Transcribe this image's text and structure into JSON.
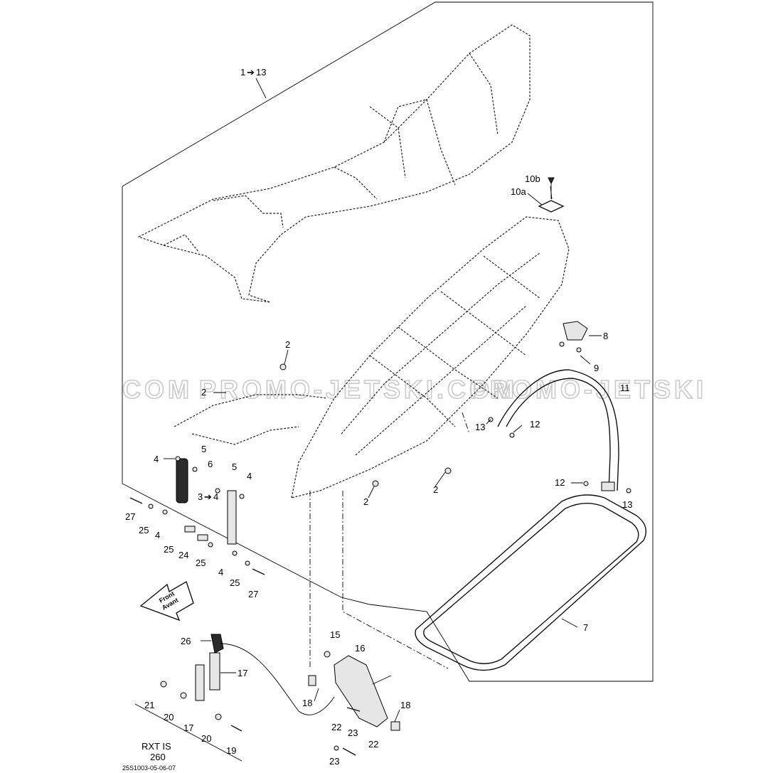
{
  "watermark": {
    "left": "COM",
    "middle": "PROMO-JETSKI.COM",
    "right": "PROMO-JETSKI"
  },
  "callouts": {
    "seat_assembly": "1",
    "seat_assembly_range_end": "13",
    "arrow_symbol": "➔",
    "hinge_range_start": "3",
    "hinge_range_end": "4",
    "n2": "2",
    "n4": "4",
    "n5": "5",
    "n6": "6",
    "n7": "7",
    "n8": "8",
    "n9": "9",
    "n10a": "10a",
    "n10b": "10b",
    "n11": "11",
    "n12": "12",
    "n13": "13",
    "n15": "15",
    "n16": "16",
    "n17": "17",
    "n18": "18",
    "n19": "19",
    "n20": "20",
    "n21": "21",
    "n22": "22",
    "n23": "23",
    "n24": "24",
    "n25": "25",
    "n26": "26",
    "n27": "27"
  },
  "front_marker": {
    "line1": "Front",
    "line2": "Avant"
  },
  "variant_note": {
    "line1": "RXT IS",
    "line2": "260"
  },
  "drawing_number": "25S1003-05-06-07",
  "colors": {
    "line": "#222222",
    "watermark": "#c9c9c9",
    "background": "#ffffff"
  }
}
